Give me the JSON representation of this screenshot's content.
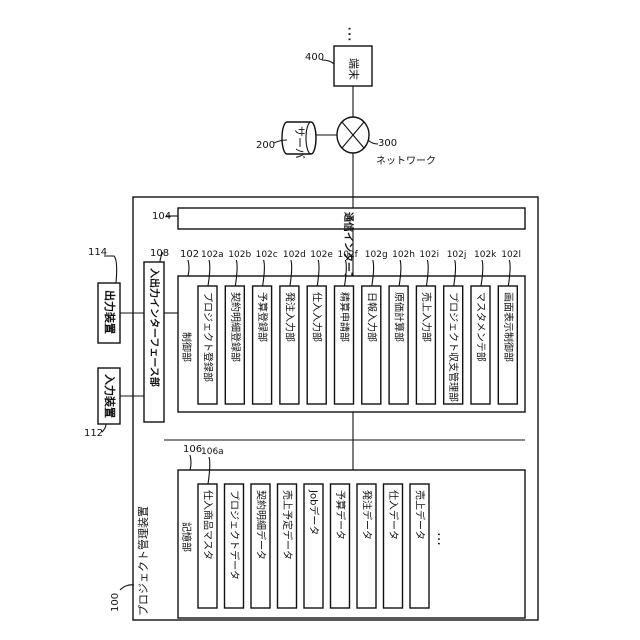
{
  "device": {
    "ref": "100",
    "label": "プロジェクト管理装置"
  },
  "comm_if": {
    "ref": "104",
    "label": "通信インターフェース部"
  },
  "io_if": {
    "ref": "108",
    "label": "入出力インターフェース部"
  },
  "output_device": {
    "ref": "114",
    "label": "出力装置"
  },
  "input_device": {
    "ref": "112",
    "label": "入力装置"
  },
  "control": {
    "ref": "102",
    "label": "制御部",
    "items": [
      {
        "ref": "102a",
        "label": "プロジェクト登録部"
      },
      {
        "ref": "102b",
        "label": "契約明細登録部"
      },
      {
        "ref": "102c",
        "label": "予算登録部"
      },
      {
        "ref": "102d",
        "label": "発注入力部"
      },
      {
        "ref": "102e",
        "label": "仕入入力部"
      },
      {
        "ref": "102f",
        "label": "精算申請部"
      },
      {
        "ref": "102g",
        "label": "日報入力部"
      },
      {
        "ref": "102h",
        "label": "原価計算部"
      },
      {
        "ref": "102i",
        "label": "売上入力部"
      },
      {
        "ref": "102j",
        "label": "プロジェクト収支管理部"
      },
      {
        "ref": "102k",
        "label": "マスタメンテ部"
      },
      {
        "ref": "102l",
        "label": "画面表示制御部"
      }
    ]
  },
  "storage": {
    "ref": "106",
    "label": "記憶部",
    "items": [
      {
        "ref": "106a",
        "label": "仕入商品マスタ"
      },
      {
        "ref": "",
        "label": "プロジェクトデータ"
      },
      {
        "ref": "",
        "label": "契約明細データ"
      },
      {
        "ref": "",
        "label": "売上予定データ"
      },
      {
        "ref": "",
        "label": "Jobデータ"
      },
      {
        "ref": "",
        "label": "予算データ"
      },
      {
        "ref": "",
        "label": "発注データ"
      },
      {
        "ref": "",
        "label": "仕入データ"
      },
      {
        "ref": "",
        "label": "売上データ"
      }
    ],
    "ellipsis": "…"
  },
  "server": {
    "ref": "200",
    "label": "サーバ"
  },
  "network": {
    "ref": "300",
    "label": "ネットワーク"
  },
  "terminal": {
    "ref": "400",
    "label": "端末"
  },
  "terminal_more": "…"
}
